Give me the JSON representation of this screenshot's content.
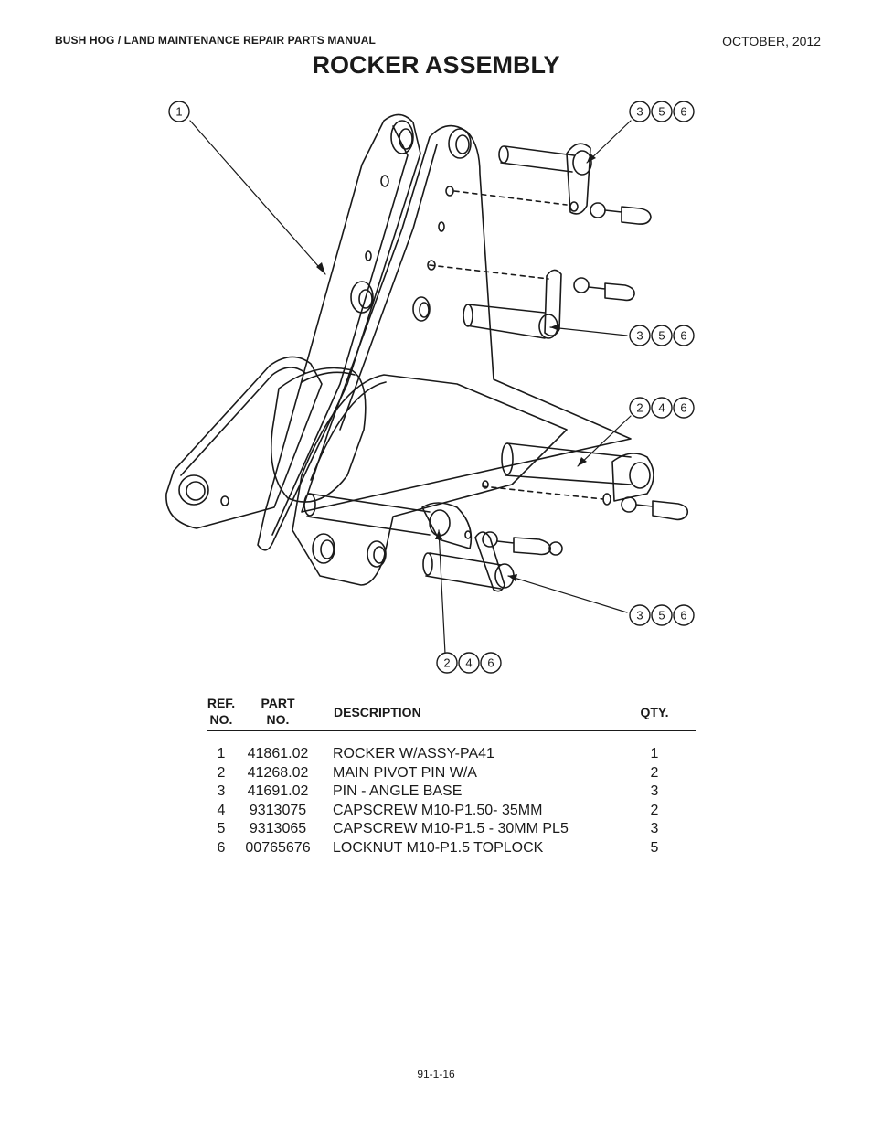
{
  "header": {
    "manual": "BUSH HOG / LAND MAINTENANCE REPAIR PARTS MANUAL",
    "date": "OCTOBER, 2012"
  },
  "title": "ROCKER ASSEMBLY",
  "callouts": {
    "c1": [
      "1"
    ],
    "c356a": [
      "3",
      "5",
      "6"
    ],
    "c356b": [
      "3",
      "5",
      "6"
    ],
    "c246a": [
      "2",
      "4",
      "6"
    ],
    "c356c": [
      "3",
      "5",
      "6"
    ],
    "c246b": [
      "2",
      "4",
      "6"
    ]
  },
  "table": {
    "headers": {
      "ref": [
        "REF.",
        "NO."
      ],
      "part": [
        "PART",
        "NO."
      ],
      "description": "DESCRIPTION",
      "qty": "QTY."
    },
    "rows": [
      {
        "ref": "1",
        "part": "41861.02",
        "description": "ROCKER W/ASSY-PA41",
        "qty": "1"
      },
      {
        "ref": "2",
        "part": "41268.02",
        "description": "MAIN PIVOT PIN W/A",
        "qty": "2"
      },
      {
        "ref": "3",
        "part": "41691.02",
        "description": "PIN - ANGLE BASE",
        "qty": "3"
      },
      {
        "ref": "4",
        "part": "9313075",
        "description": "CAPSCREW M10-P1.50- 35MM",
        "qty": "2"
      },
      {
        "ref": "5",
        "part": "9313065",
        "description": "CAPSCREW M10-P1.5 - 30MM PL5",
        "qty": "3"
      },
      {
        "ref": "6",
        "part": "00765676",
        "description": "LOCKNUT M10-P1.5 TOPLOCK",
        "qty": "5"
      }
    ]
  },
  "footer": "91-1-16"
}
